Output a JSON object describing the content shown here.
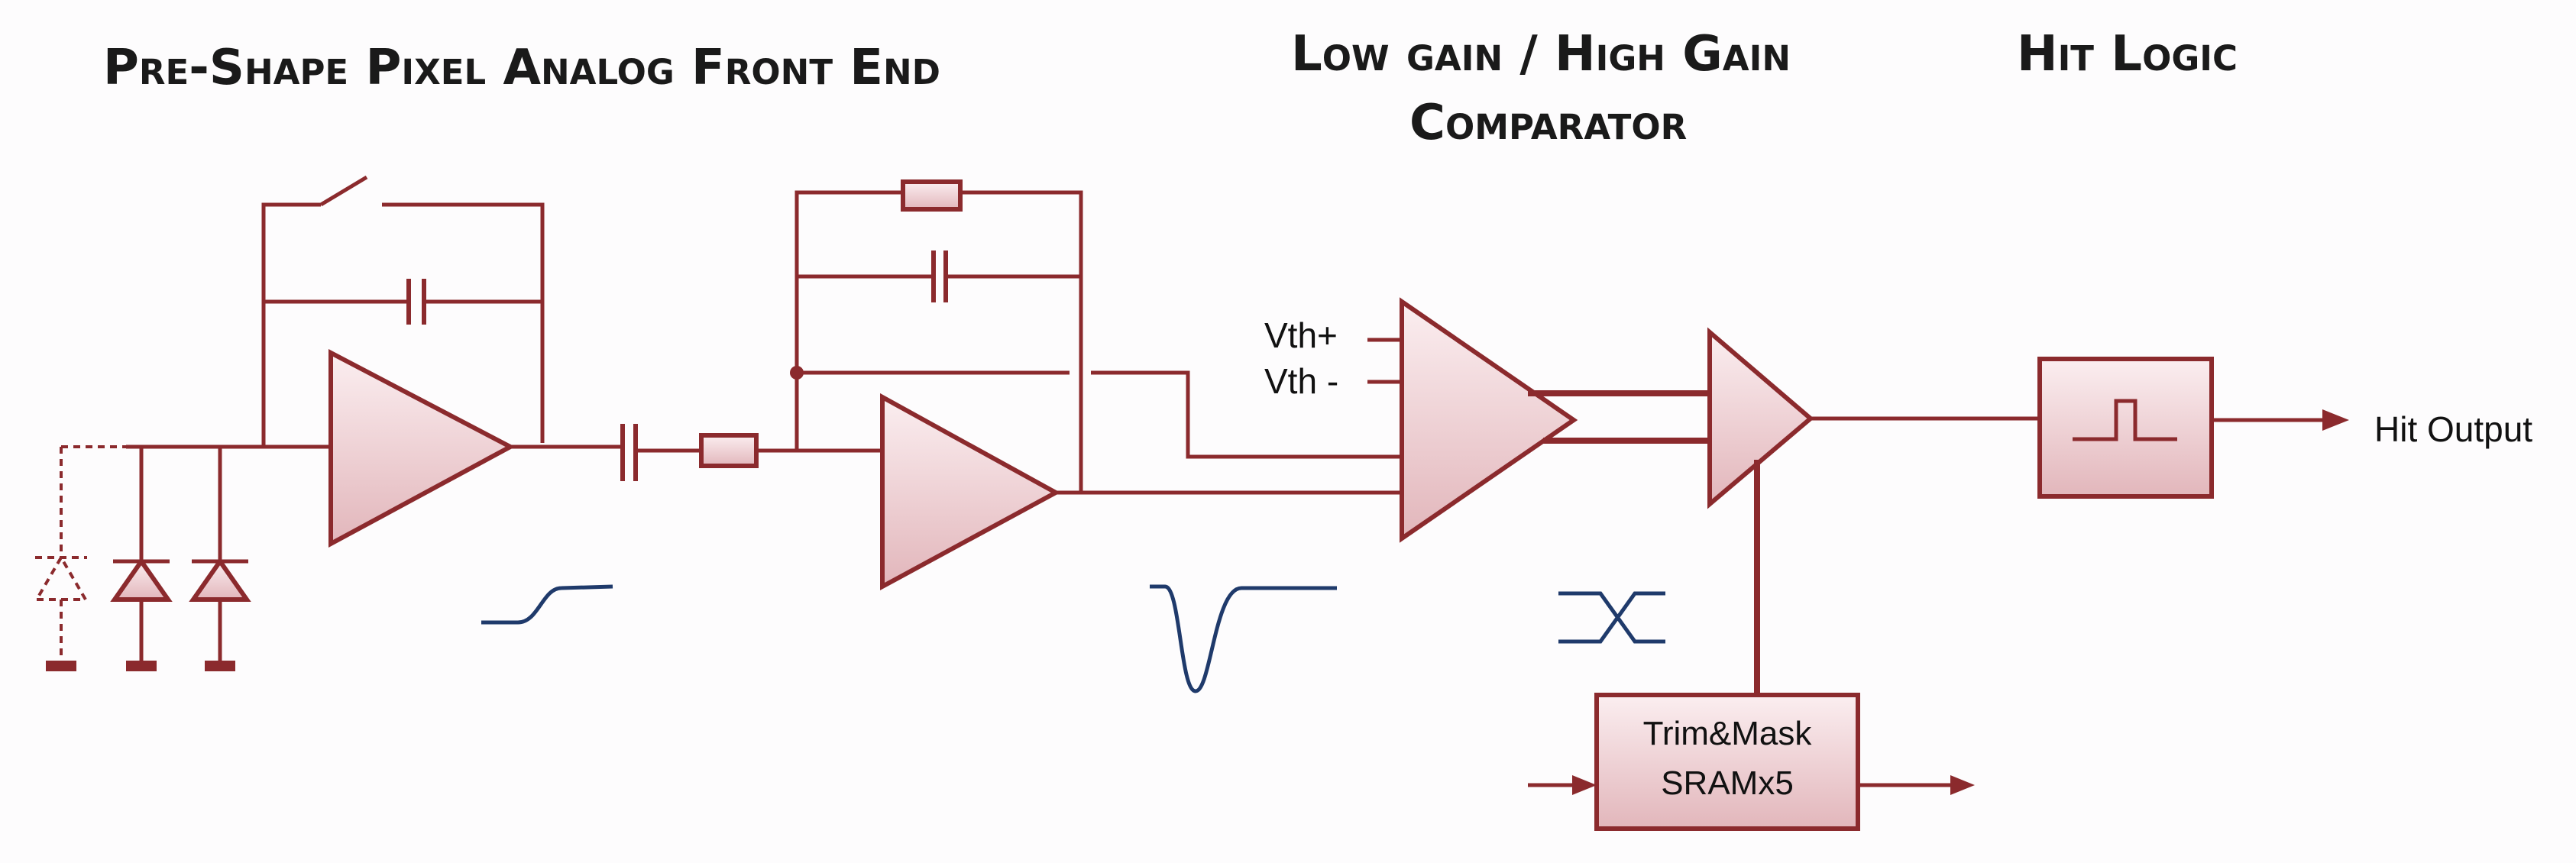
{
  "titles": {
    "front_end": "Pre-Shape Pixel Analog Front End",
    "comparator_line1": "Low gain / High Gain",
    "comparator_line2": "Comparator",
    "hit_logic": "Hit Logic"
  },
  "labels": {
    "vth_plus": "Vth+",
    "vth_minus": "Vth -",
    "hit_output": "Hit Output",
    "sram_line1": "Trim&Mask",
    "sram_line2": "SRAMx5"
  },
  "colors": {
    "wire": "#8b2a2d",
    "fill_top": "#f6dde0",
    "fill_bottom": "#d9a3a9",
    "signal": "#1f3a6b"
  }
}
